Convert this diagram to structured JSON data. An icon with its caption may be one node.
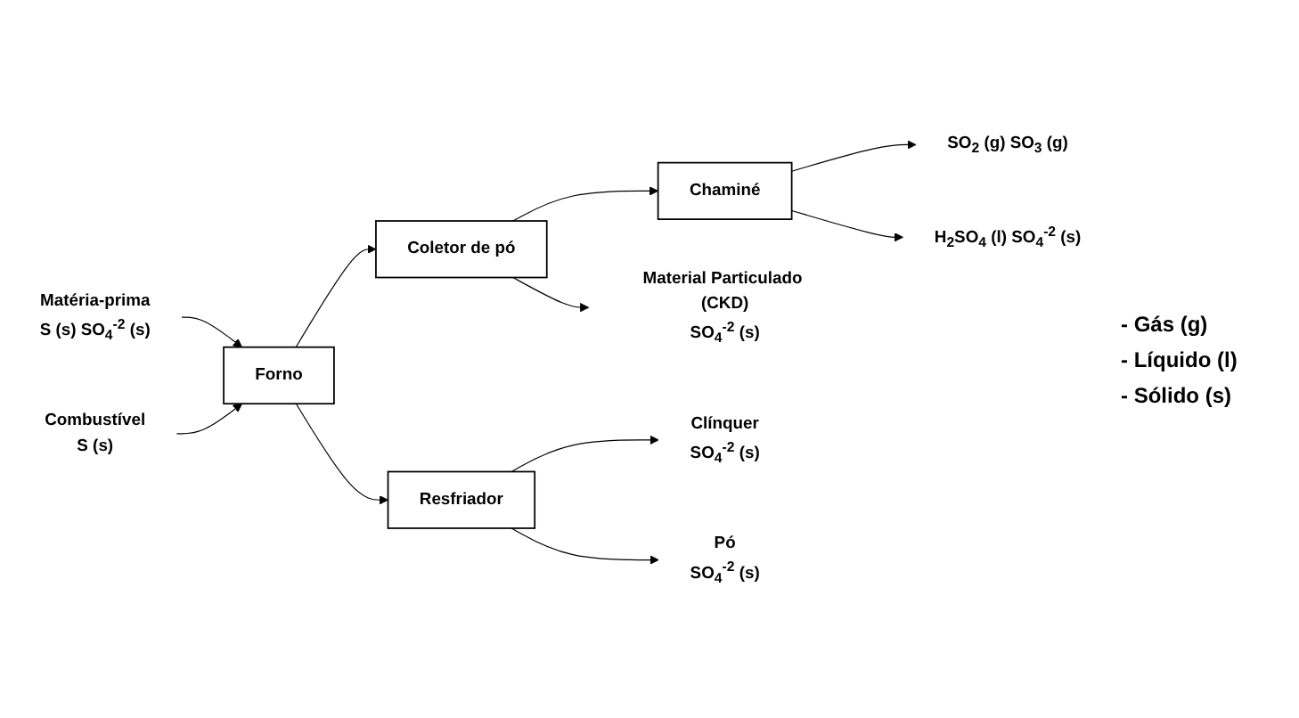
{
  "diagram": {
    "nodes": [
      {
        "text": [
          "Forno"
        ]
      },
      {
        "text": [
          "Coletor de pó"
        ]
      },
      {
        "text": [
          "Chaminé"
        ]
      },
      {
        "text": [
          "Resfriador"
        ]
      },
      {
        "text": [
          "Matéria-prima",
          "S (s) SO$_{4}$$^{-2}$ (s)"
        ]
      },
      {
        "text": [
          "Combustível",
          "S (s)"
        ]
      },
      {
        "text": [
          "Material Particulado (CKD)",
          "SO$_{4}$$^{-2}$ (s)"
        ]
      },
      {
        "text": [
          "SO$_{2}$ (g) SO$_{3}$ (g)"
        ]
      },
      {
        "text": [
          "H$_{2}$SO$_{4}$ (l) SO$_{4}$$^{-2}$ (s)"
        ]
      },
      {
        "text": [
          "Clínquer",
          "SO$_{4}$$^{-2}$ (s)"
        ]
      },
      {
        "text": [
          "Pó",
          "SO$_{4}$$^{-2}$ (s)"
        ]
      }
    ],
    "edges": [
      {
        "from": 4,
        "to": 0,
        "arrow": "to"
      },
      {
        "from": 5,
        "to": 0,
        "arrow": "to"
      },
      {
        "from": 0,
        "to": 1,
        "arrow": "to"
      },
      {
        "from": 1,
        "to": 6,
        "arrow": "to"
      },
      {
        "from": 1,
        "to": 2,
        "arrow": "to"
      },
      {
        "from": 2,
        "to": 7,
        "arrow": "to"
      },
      {
        "from": 2,
        "to": 8,
        "arrow": "to"
      },
      {
        "from": 0,
        "to": 3,
        "arrow": "to"
      },
      {
        "from": 3,
        "to": 9,
        "arrow": "to"
      },
      {
        "from": 3,
        "to": 10,
        "arrow": "to"
      }
    ],
    "labels": [
      "- Gás (g)",
      "- Líquido (l)",
      "- Sólido (s)"
    ]
  }
}
